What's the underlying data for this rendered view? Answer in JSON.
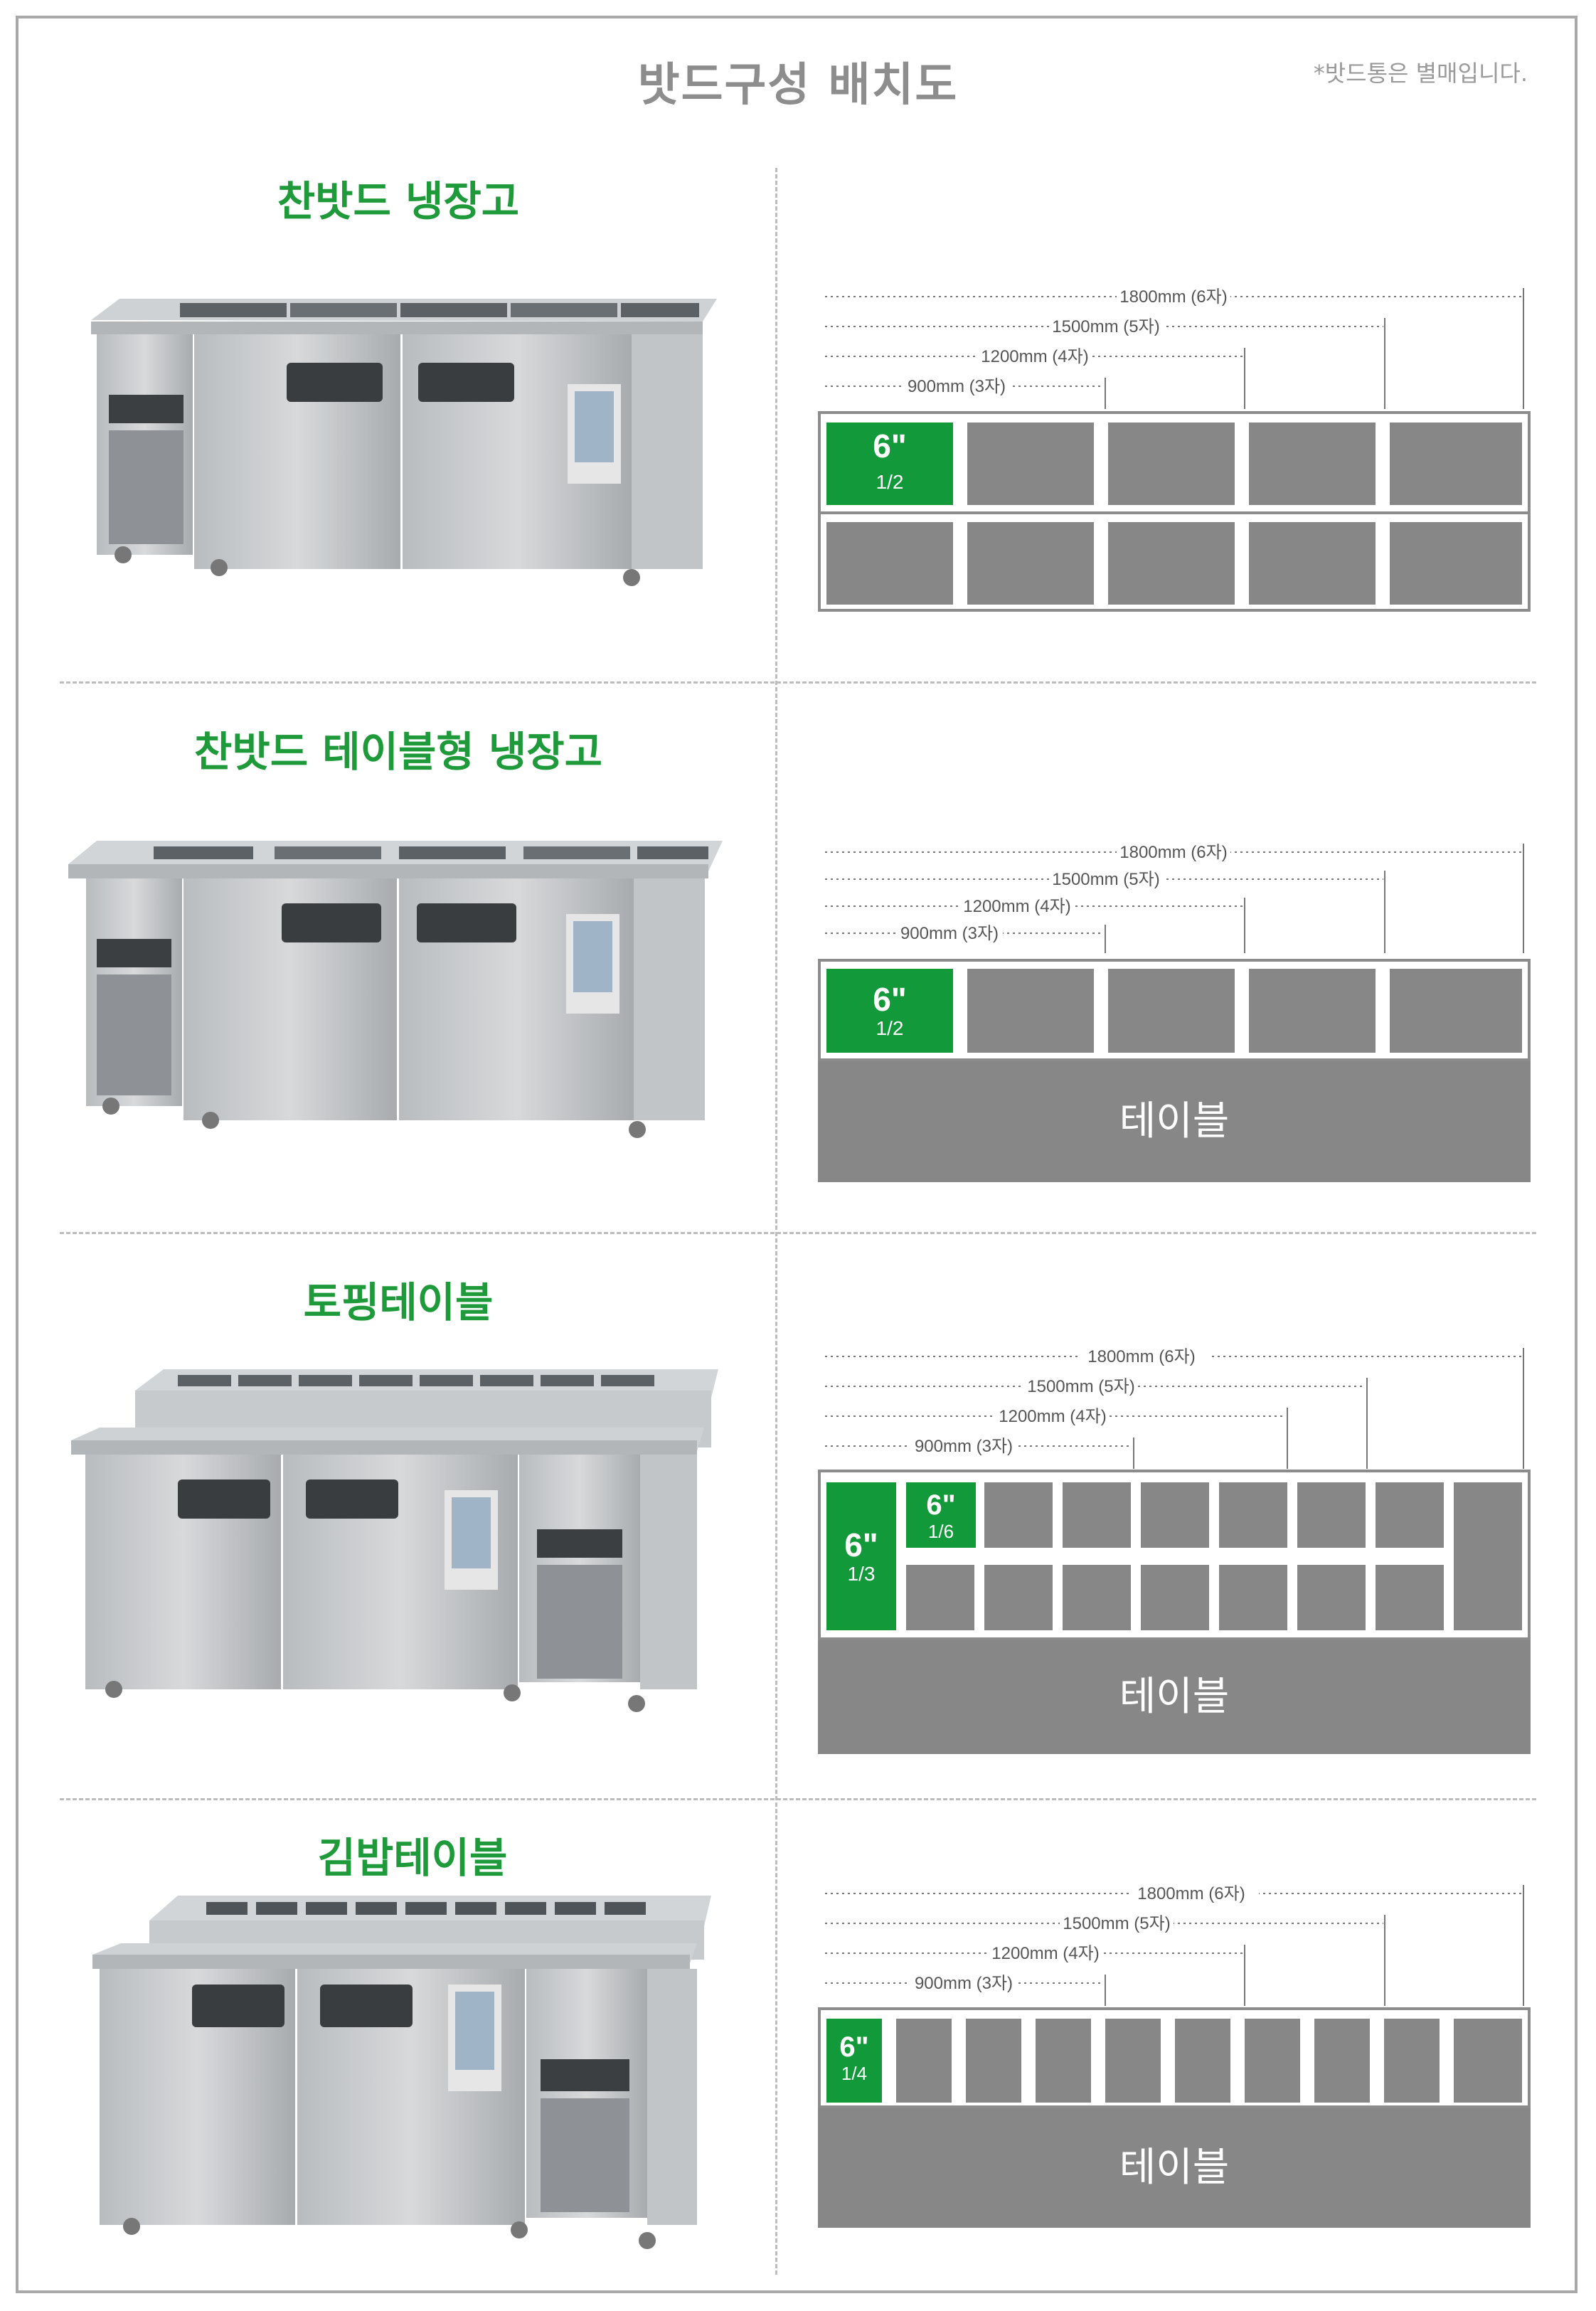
{
  "header": {
    "title": "밧드구성 배치도",
    "note": "*밧드통은 별매입니다."
  },
  "sections": [
    {
      "title": "찬밧드 냉장고",
      "dims": [
        "1800mm (6자)",
        "1500mm (5자)",
        "1200mm (4자)",
        "900mm (3자)"
      ],
      "green_cell": {
        "size": "6\"",
        "fraction": "1/2"
      },
      "table_label": ""
    },
    {
      "title": "찬밧드 테이블형 냉장고",
      "dims": [
        "1800mm (6자)",
        "1500mm (5자)",
        "1200mm (4자)",
        "900mm (3자)"
      ],
      "green_cell": {
        "size": "6\"",
        "fraction": "1/2"
      },
      "table_label": "테이블"
    },
    {
      "title": "토핑테이블",
      "dims": [
        "1800mm (6자)",
        "1500mm (5자)",
        "1200mm (4자)",
        "900mm (3자)"
      ],
      "green_cell": {
        "size": "6\"",
        "fraction": "1/3"
      },
      "green_cell_small": {
        "size": "6\"",
        "fraction": "1/6"
      },
      "table_label": "테이블"
    },
    {
      "title": "김밥테이블",
      "dims": [
        "1800mm (6자)",
        "1500mm (5자)",
        "1200mm (4자)",
        "900mm (3자)"
      ],
      "green_cell": {
        "size": "6\"",
        "fraction": "1/4"
      },
      "table_label": "테이블"
    }
  ],
  "colors": {
    "accent_green": "#129a3a",
    "pan_gray": "#878787",
    "border": "#8c8c8c"
  }
}
